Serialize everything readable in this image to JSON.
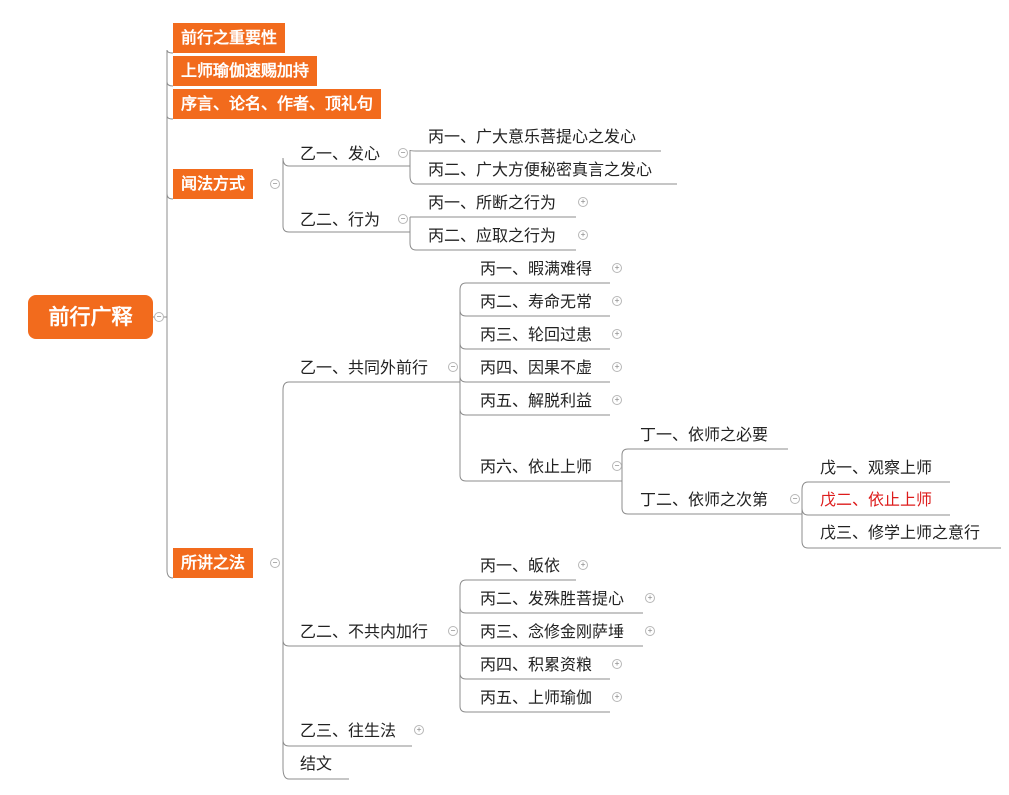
{
  "root": {
    "label": "前行广释"
  },
  "main": {
    "m1": "前行之重要性",
    "m2": "上师瑜伽速赐加持",
    "m3": "序言、论名、作者、顶礼句",
    "m4": "闻法方式",
    "m5": "所讲之法"
  },
  "wenfa": {
    "yi1": "乙一、发心",
    "yi1_b1": "丙一、广大意乐菩提心之发心",
    "yi1_b2": "丙二、广大方便秘密真言之发心",
    "yi2": "乙二、行为",
    "yi2_b1": "丙一、所断之行为",
    "yi2_b2": "丙二、应取之行为"
  },
  "gongtong": {
    "label": "乙一、共同外前行",
    "b1": "丙一、暇满难得",
    "b2": "丙二、寿命无常",
    "b3": "丙三、轮回过患",
    "b4": "丙四、因果不虚",
    "b5": "丙五、解脱利益",
    "b6": "丙六、依止上师",
    "d1": "丁一、依师之必要",
    "d2": "丁二、依师之次第",
    "w1": "戊一、观察上师",
    "w2": "戊二、依止上师",
    "w3": "戊三、修学上师之意行"
  },
  "bugong": {
    "label": "乙二、不共内加行",
    "b1": "丙一、皈依",
    "b2": "丙二、发殊胜菩提心",
    "b3": "丙三、念修金刚萨埵",
    "b4": "丙四、积累资粮",
    "b5": "丙五、上师瑜伽"
  },
  "other": {
    "yi3": "乙三、往生法",
    "jiewen": "结文"
  },
  "colors": {
    "node_fill": "#f26b1d",
    "highlight_text": "#dd1c1c",
    "line": "#8c8c8c"
  }
}
